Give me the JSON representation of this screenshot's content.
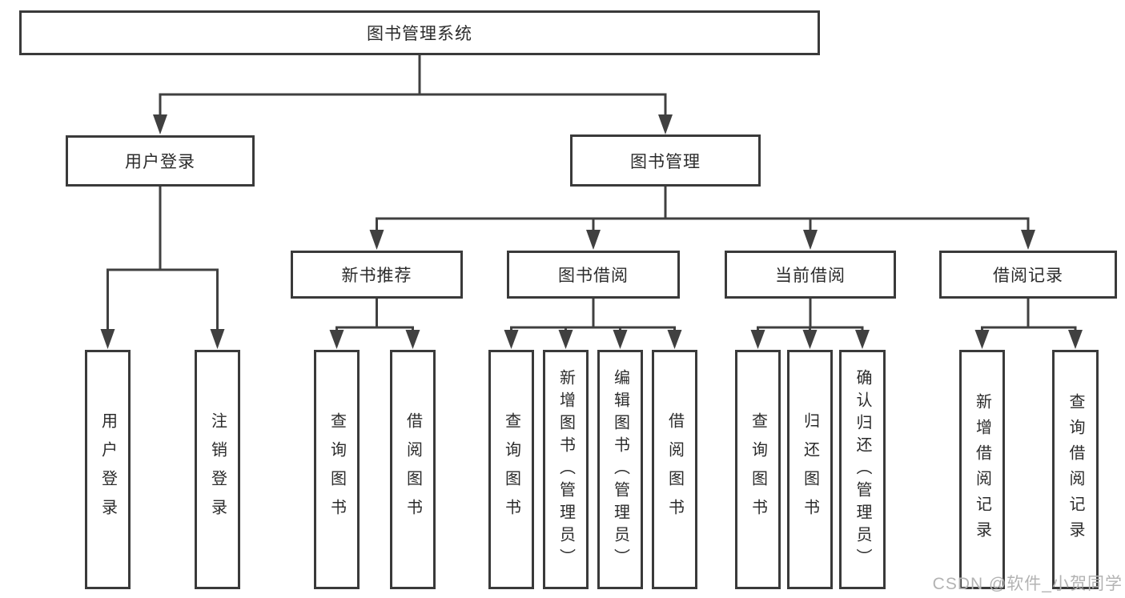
{
  "diagram": {
    "root": {
      "label": "图书管理系统"
    },
    "branches": [
      {
        "label": "用户登录",
        "children": [
          {
            "label": "用户登录"
          },
          {
            "label": "注销登录"
          }
        ]
      },
      {
        "label": "图书管理",
        "sections": [
          {
            "label": "新书推荐",
            "children": [
              {
                "label": "查询图书"
              },
              {
                "label": "借阅图书"
              }
            ]
          },
          {
            "label": "图书借阅",
            "children": [
              {
                "label": "查询图书"
              },
              {
                "label": "新增图书（管理员）"
              },
              {
                "label": "编辑图书（管理员）"
              },
              {
                "label": "借阅图书"
              }
            ]
          },
          {
            "label": "当前借阅",
            "children": [
              {
                "label": "查询图书"
              },
              {
                "label": "归还图书"
              },
              {
                "label": "确认归还（管理员）"
              }
            ]
          },
          {
            "label": "借阅记录",
            "children": [
              {
                "label": "新增借阅记录"
              },
              {
                "label": "查询借阅记录"
              }
            ]
          }
        ]
      }
    ]
  },
  "watermark": {
    "text": "CSDN @软件_小贺同学"
  },
  "colors": {
    "line": "#404040",
    "border": "#3a3a3a",
    "text": "#2b2b2b",
    "watermark": "#b3b3b3",
    "background": "#ffffff"
  }
}
